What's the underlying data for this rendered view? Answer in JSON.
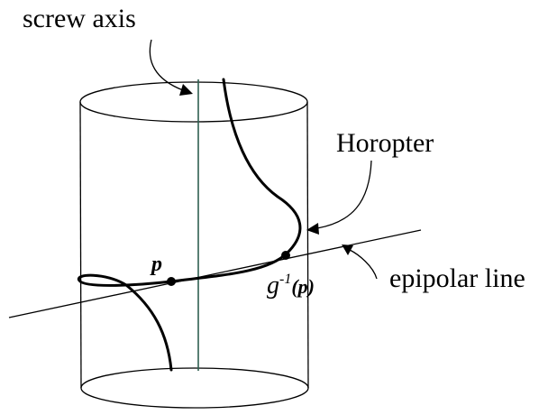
{
  "labels": {
    "screw_axis": "screw axis",
    "horopter": "Horopter",
    "epipolar_line": "epipolar line",
    "p": "p",
    "g_base": "g",
    "g_sup": "-1",
    "g_arg": "(p)"
  },
  "colors": {
    "ink": "#000000",
    "axis": "#2f5f50",
    "background": "#ffffff"
  }
}
